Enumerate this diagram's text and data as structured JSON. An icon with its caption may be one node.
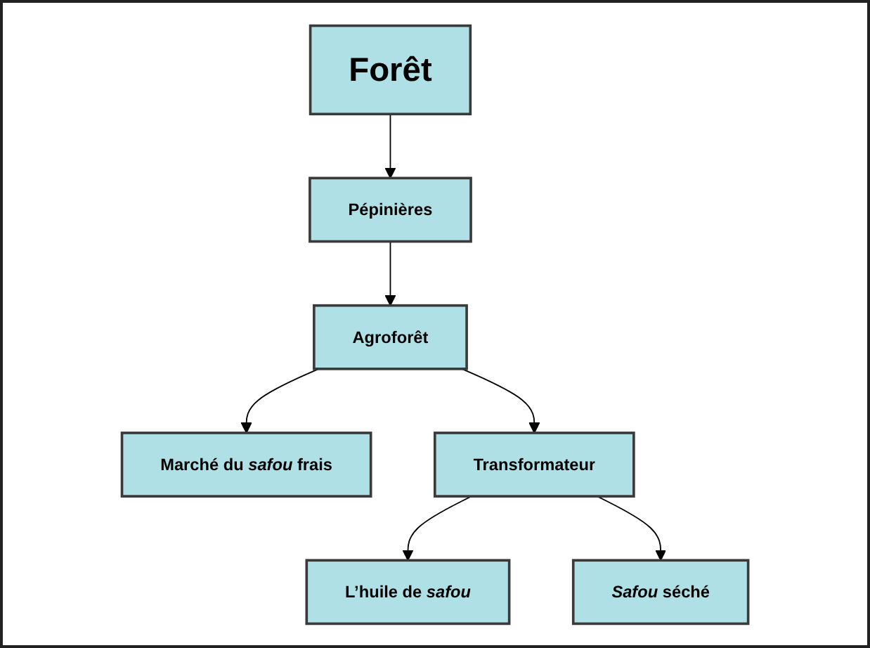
{
  "diagram": {
    "nodes": [
      {
        "text": [
          "Forêt"
        ]
      },
      {
        "text": [
          "Pépinières"
        ]
      },
      {
        "text": [
          "Agroforêt"
        ]
      },
      {
        "text": [
          "Marché du *safou* frais"
        ]
      },
      {
        "text": [
          "Transformateur"
        ]
      },
      {
        "text": [
          "L’huile de *safou*"
        ]
      },
      {
        "text": [
          "*Safou* séché"
        ]
      }
    ],
    "edges": [
      {
        "from": 0,
        "to": 1,
        "arrow": "to"
      },
      {
        "from": 1,
        "to": 2,
        "arrow": "to"
      },
      {
        "from": 2,
        "to": 3,
        "arrow": "to"
      },
      {
        "from": 2,
        "to": 4,
        "arrow": "to"
      },
      {
        "from": 4,
        "to": 5,
        "arrow": "to"
      },
      {
        "from": 4,
        "to": 6,
        "arrow": "to"
      }
    ]
  }
}
